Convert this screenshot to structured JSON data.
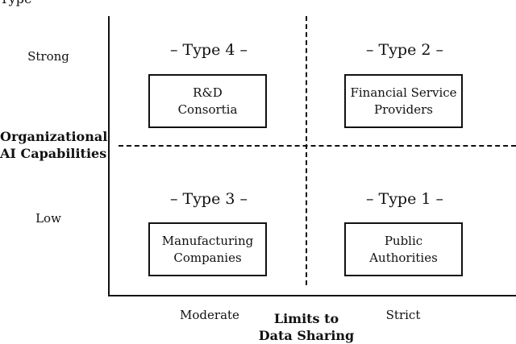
{
  "header": {
    "partial_text": "Type"
  },
  "axes": {
    "y": {
      "title_lines": [
        "Organizational",
        "AI Capabilities"
      ],
      "ticks": [
        "Strong",
        "Low"
      ]
    },
    "x": {
      "title_lines": [
        "Limits to",
        "Data Sharing"
      ],
      "ticks": [
        "Moderate",
        "Strict"
      ]
    }
  },
  "quadrants": [
    {
      "type_label": "– Type 4 –",
      "lines": [
        "R&D",
        "Consortia"
      ]
    },
    {
      "type_label": "– Type 2 –",
      "lines": [
        "Financial Service",
        "Providers"
      ]
    },
    {
      "type_label": "– Type 3 –",
      "lines": [
        "Manufacturing",
        "Companies"
      ]
    },
    {
      "type_label": "– Type 1 –",
      "lines": [
        "Public",
        "Authorities"
      ]
    }
  ]
}
